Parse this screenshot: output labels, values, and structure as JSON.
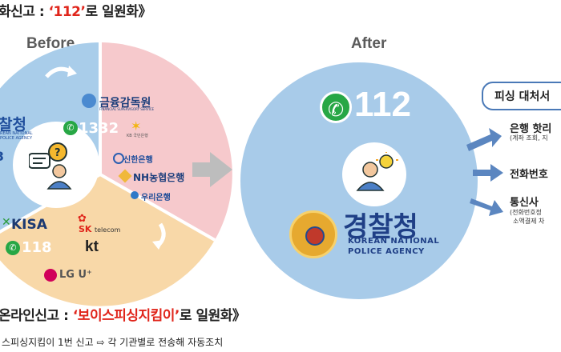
{
  "header": {
    "prefix": "화신고 : ",
    "highlight": "‘112’",
    "suffix": "로 일원화》"
  },
  "before": {
    "label": "Before"
  },
  "after": {
    "label": "After"
  },
  "before_logos": {
    "police": "찰청",
    "police_sub": "REAN NATIONAL\nPOLICE AGENCY",
    "police_partial": "3",
    "fss": "금융감독원",
    "fss_sub": "FINANCIAL SUPERVISORY SERVICE",
    "n1332": "1332",
    "kb": "KB 국민은행",
    "shinhan": "신한은행",
    "nh": "NH농협은행",
    "woori": "우리은행",
    "kisa": "KISA",
    "sk": "SK",
    "sk_sub": "telecom",
    "n118": "118",
    "kt": "kt",
    "lg": "LG U⁺"
  },
  "after_logos": {
    "n112": "112",
    "police": "경찰청",
    "police_en1": "KOREAN NATIONAL",
    "police_en2": "POLICE AGENCY"
  },
  "right_panel": {
    "title": "피싱 대처서",
    "items": [
      {
        "title": "은행 핫리",
        "sub": "(계좌 조회, 지"
      },
      {
        "title": "전화번호",
        "sub": ""
      },
      {
        "title": "통신사 ",
        "sub": "(전화번호정",
        "sub2": "소액결제 차"
      }
    ]
  },
  "online": {
    "prefix": "온라인신고 : ",
    "highlight": "‘보이스피싱지킴이’",
    "suffix": "로 일원화》"
  },
  "footer": {
    "prefix": "스피싱지킴이 1번 신고 ",
    "arrow": "⇨",
    "suffix": " 각 기관별로 전송해 자동조치"
  },
  "colors": {
    "pink": "#f6c9cc",
    "blue": "#a9cdea",
    "orange": "#f8d8a8",
    "after_circle": "#a8cbe9",
    "accent_red": "#e0251b",
    "panel_blue": "#4a79b7"
  }
}
